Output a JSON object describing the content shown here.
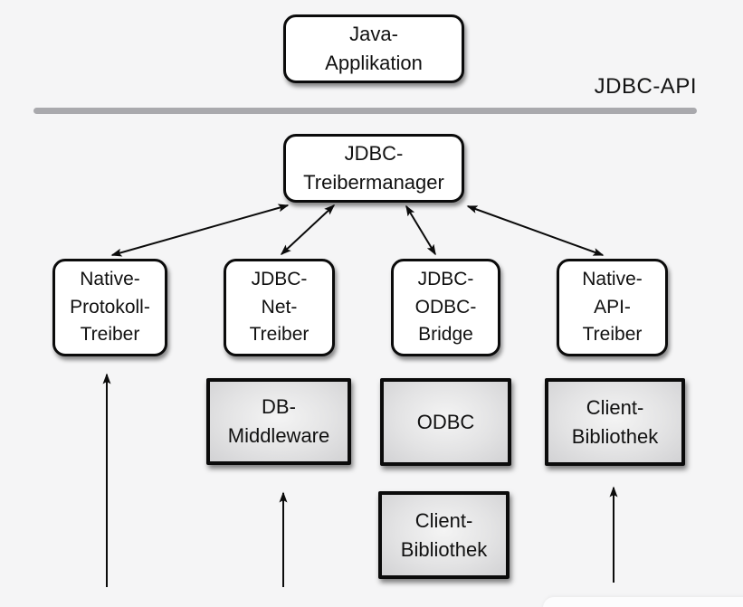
{
  "diagram": {
    "api_label": "JDBC-API",
    "nodes": {
      "java_application": {
        "label": "Java-\nApplikation"
      },
      "jdbc_treibermanager": {
        "label": "JDBC-\nTreibermanager"
      },
      "native_protokoll_treiber": {
        "label": "Native-\nProtokoll-\nTreiber"
      },
      "jdbc_net_treiber": {
        "label": "JDBC-\nNet-\nTreiber"
      },
      "jdbc_odbc_bridge": {
        "label": "JDBC-\nODBC-\nBridge"
      },
      "native_api_treiber": {
        "label": "Native-\nAPI-\nTreiber"
      },
      "db_middleware": {
        "label": "DB-\nMiddleware"
      },
      "odbc": {
        "label": "ODBC"
      },
      "client_bibliothek_right": {
        "label": "Client-\nBibliothek"
      },
      "client_bibliothek_bottom": {
        "label": "Client-\nBibliothek"
      }
    },
    "edges": [
      "treibermanager <-> native-protokoll-treiber",
      "treibermanager <-> jdbc-net-treiber",
      "treibermanager <-> jdbc-odbc-bridge",
      "treibermanager <-> native-api-treiber",
      "up -> native-protokoll-treiber",
      "up -> db-middleware",
      "up -> client-bibliothek-right"
    ],
    "colors": {
      "background": "#f5f5f6",
      "box_border": "#0b0b0b",
      "box_fill_white": "#ffffff",
      "box_fill_gray": "#e0e0e2",
      "divider": "#a9a9ad",
      "arrow": "#0b0b0b"
    }
  }
}
